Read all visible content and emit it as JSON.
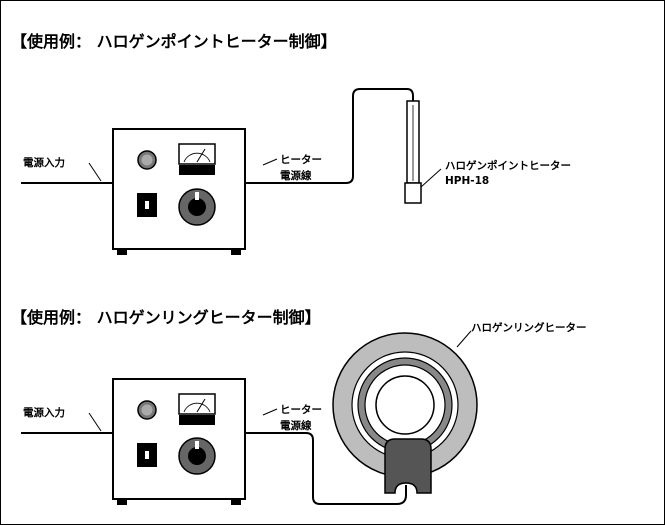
{
  "sections": [
    {
      "title": "【使用例： ハロゲンポイントヒーター制御】",
      "power_input_label": "電源入力",
      "heater_cable_label_line1": "ヒーター",
      "heater_cable_label_line2": "電源線",
      "heater_label_line1": "ハロゲンポイントヒーター",
      "heater_label_line2": "HPH-18"
    },
    {
      "title": "【使用例： ハロゲンリングヒーター制御】",
      "power_input_label": "電源入力",
      "heater_cable_label_line1": "ヒーター",
      "heater_cable_label_line2": "電源線",
      "heater_label_line1": "ハロゲンリングヒーター"
    }
  ],
  "colors": {
    "line": "#000000",
    "panel_gray": "#9a9a9a",
    "ring_gray": "#bdbdbd",
    "dark_gray": "#555555"
  },
  "icons": [
    "pilot-lamp-icon",
    "meter-icon",
    "power-switch-icon",
    "control-knob-icon"
  ]
}
